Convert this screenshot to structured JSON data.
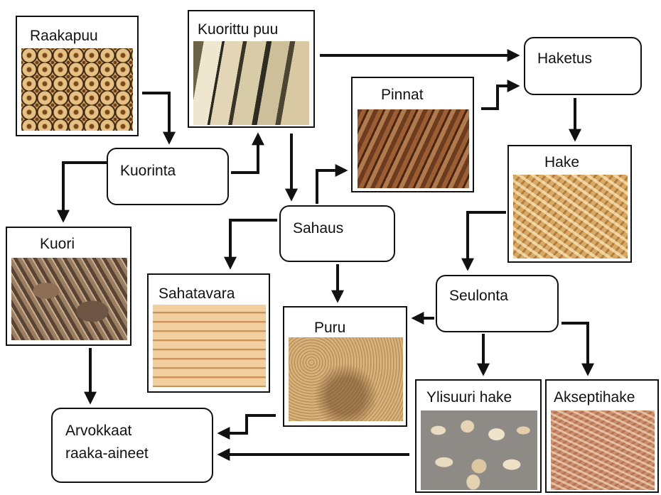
{
  "nodes": {
    "raakapuu": "Raakapuu",
    "kuorittu_puu": "Kuorittu puu",
    "haketus": "Haketus",
    "pinnat": "Pinnat",
    "kuorinta": "Kuorinta",
    "hake": "Hake",
    "kuori": "Kuori",
    "sahaus": "Sahaus",
    "seulonta": "Seulonta",
    "sahatavara": "Sahatavara",
    "puru": "Puru",
    "ylisuuri_hake": "Ylisuuri hake",
    "akseptihake": "Akseptihake",
    "arvokkaat_line1": "Arvokkaat",
    "arvokkaat_line2": "raaka-aineet"
  },
  "edges": [
    [
      "Raakapuu",
      "Kuorinta"
    ],
    [
      "Kuorinta",
      "Kuorittu puu"
    ],
    [
      "Kuorinta",
      "Kuori"
    ],
    [
      "Kuorittu puu",
      "Haketus"
    ],
    [
      "Kuorittu puu",
      "Sahaus"
    ],
    [
      "Sahaus",
      "Pinnat"
    ],
    [
      "Pinnat",
      "Haketus"
    ],
    [
      "Haketus",
      "Hake"
    ],
    [
      "Sahaus",
      "Sahatavara"
    ],
    [
      "Sahaus",
      "Puru"
    ],
    [
      "Hake",
      "Seulonta"
    ],
    [
      "Seulonta",
      "Puru"
    ],
    [
      "Seulonta",
      "Ylisuuri hake"
    ],
    [
      "Seulonta",
      "Akseptihake"
    ],
    [
      "Kuori",
      "Arvokkaat raaka-aineet"
    ],
    [
      "Puru",
      "Arvokkaat raaka-aineet"
    ],
    [
      "Ylisuuri hake",
      "Arvokkaat raaka-aineet"
    ]
  ],
  "colors": {
    "stroke": "#111111",
    "background": "#ffffff"
  }
}
